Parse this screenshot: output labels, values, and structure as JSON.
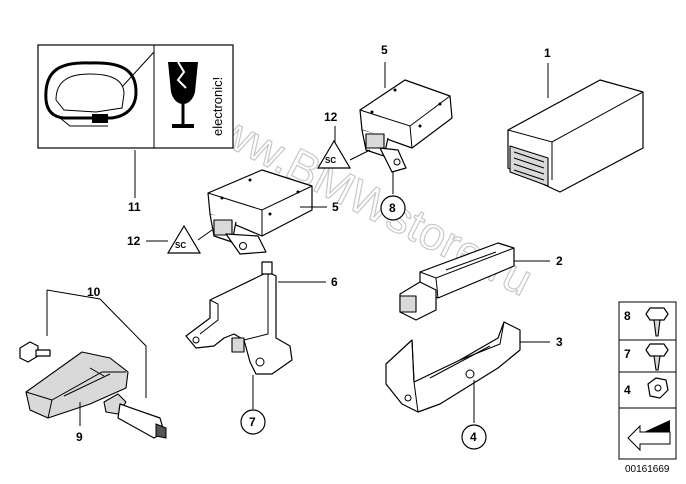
{
  "watermark": "www.BMWstore.ru",
  "warning_label": "electronic!",
  "doc_id": "00161669",
  "callouts": {
    "c1": "1",
    "c2": "2",
    "c3": "3",
    "c4": "4",
    "c5a": "5",
    "c5b": "5",
    "c6": "6",
    "c7": "7",
    "c8": "8",
    "c9": "9",
    "c10": "10",
    "c11": "11",
    "c12a": "12",
    "c12b": "12"
  },
  "legend": {
    "row1": "8",
    "row2": "7",
    "row3": "4"
  },
  "icons": [
    "fragile-glass-icon",
    "tire-cross-section-icon",
    "warning-triangle-icon",
    "arrow-icon",
    "bolt-icon",
    "nut-icon"
  ]
}
